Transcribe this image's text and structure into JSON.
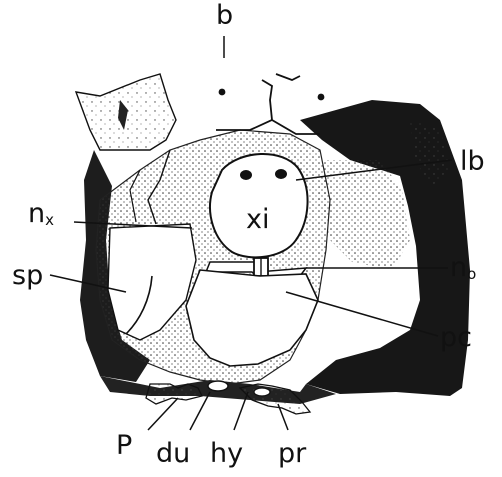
{
  "labels": {
    "b": "b",
    "lb": "lb",
    "xi": "xi",
    "n_x_base": "n",
    "n_x_sub": "x",
    "n_o_base": "n",
    "n_o_sub": "o",
    "sp": "sp",
    "pc": "pc",
    "p": "P",
    "du": "du",
    "hy": "hy",
    "pr": "pr"
  },
  "colors": {
    "ink": "#111111",
    "stipple": "#3a3a3a",
    "paper": "#ffffff"
  }
}
